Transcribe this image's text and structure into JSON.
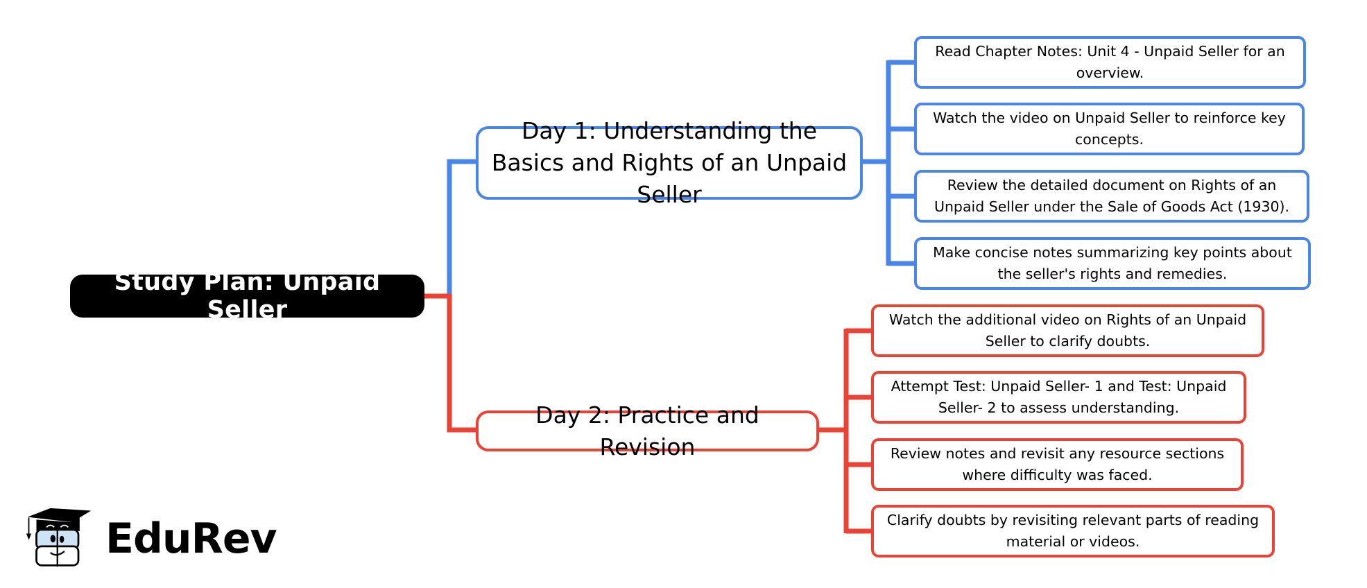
{
  "colors": {
    "day1_accent": "#4a86e8",
    "day2_accent": "#ea4335",
    "root_bg": "#000000",
    "root_text": "#ffffff"
  },
  "root": {
    "label": "Study Plan: Unpaid Seller"
  },
  "branches": [
    {
      "label": "Day 1: Understanding the Basics and Rights of an Unpaid Seller",
      "color": "blue",
      "tasks": [
        "Read Chapter Notes: Unit 4 - Unpaid Seller for an overview.",
        "Watch the video on Unpaid Seller to reinforce key concepts.",
        "Review the detailed document on Rights of an Unpaid Seller under the Sale of Goods Act (1930).",
        "Make concise notes summarizing key points about the seller's rights and remedies."
      ]
    },
    {
      "label": "Day 2: Practice and Revision",
      "color": "red",
      "tasks": [
        "Watch the additional video on Rights of an Unpaid Seller to clarify doubts.",
        "Attempt Test: Unpaid Seller- 1 and Test: Unpaid Seller- 2 to assess understanding.",
        "Review notes and revisit any resource sections where difficulty was faced.",
        "Clarify doubts by revisiting relevant parts of reading material or videos."
      ]
    }
  ],
  "brand": {
    "name": "EduRev",
    "icon": "graduation-cap-mascot-icon"
  }
}
